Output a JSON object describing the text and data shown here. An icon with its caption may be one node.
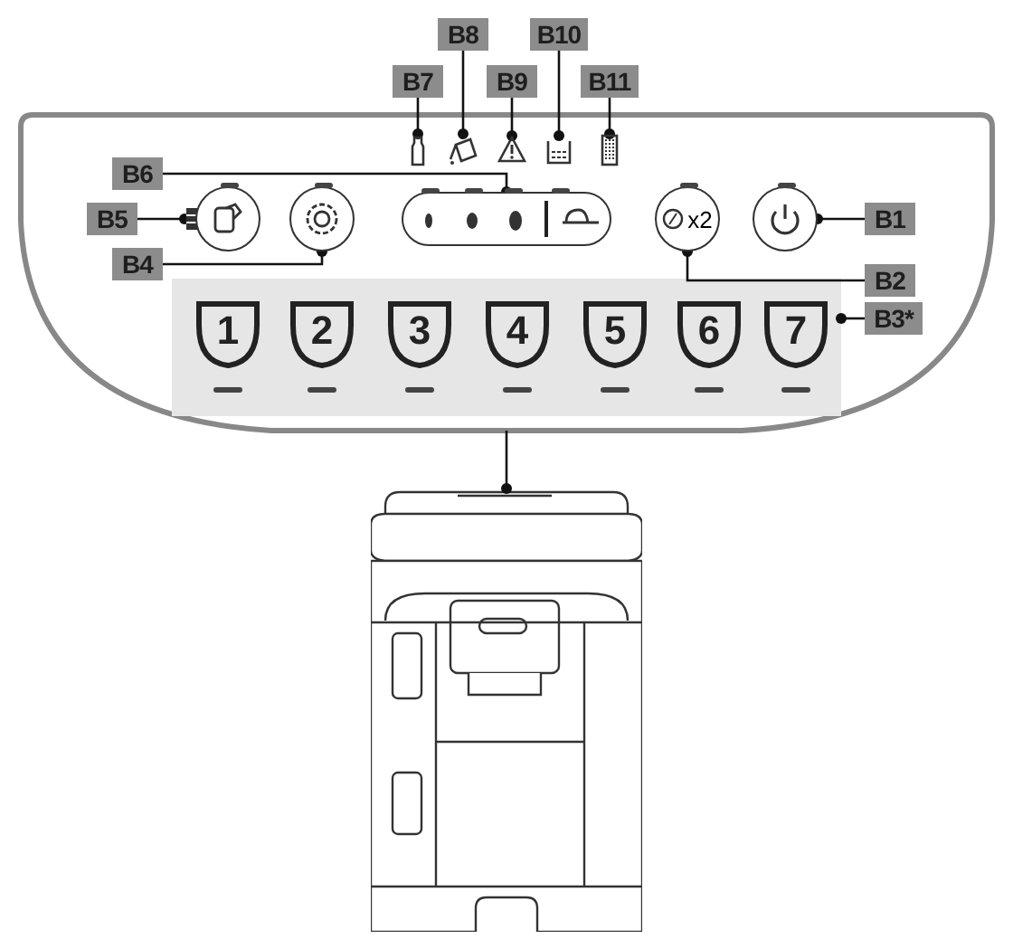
{
  "diagram": {
    "nodes": [
      {
        "text": [],
        "shape": "box"
      },
      {
        "text": [
          "B7"
        ]
      },
      {
        "text": [
          "B8"
        ]
      },
      {
        "text": [
          "B9"
        ]
      },
      {
        "text": [
          "B10"
        ]
      },
      {
        "text": [
          "B11"
        ]
      },
      {
        "text": [],
        "shape": "icon",
        "in": 0
      },
      {
        "text": [],
        "shape": "icon",
        "in": 0
      },
      {
        "text": [],
        "shape": "icon",
        "in": 0
      },
      {
        "text": [],
        "shape": "icon",
        "in": 0
      },
      {
        "text": [],
        "shape": "icon",
        "in": 0
      },
      {
        "text": [
          "B6"
        ],
        "in": 0
      },
      {
        "text": [
          "B5"
        ],
        "in": 0
      },
      {
        "text": [],
        "shape": "box",
        "in": 0
      },
      {
        "text": [],
        "shape": "circle",
        "in": 0
      },
      {
        "text": [],
        "shape": "circle",
        "in": 0
      },
      {
        "text": [],
        "shape": "box",
        "in": 0
      },
      {
        "text": [
          "x2"
        ],
        "in": 0
      },
      {
        "text": [],
        "shape": "circle",
        "in": 0
      },
      {
        "text": [
          "B1"
        ],
        "in": 0
      },
      {
        "text": [
          "B4"
        ],
        "in": 0
      },
      {
        "text": [
          "B2"
        ],
        "in": 0
      },
      {
        "text": [],
        "shape": "box",
        "in": 0
      },
      {
        "text": [
          "1"
        ],
        "in": 22
      },
      {
        "text": [
          "2"
        ],
        "in": 22
      },
      {
        "text": [
          "3"
        ],
        "in": 22
      },
      {
        "text": [
          "4"
        ],
        "in": 22
      },
      {
        "text": [
          "5"
        ],
        "in": 22
      },
      {
        "text": [
          "6"
        ],
        "in": 22
      },
      {
        "text": [
          "7"
        ],
        "in": 22
      },
      {
        "text": [
          "B3*"
        ],
        "in": 0
      },
      {
        "text": [],
        "shape": "picture"
      }
    ],
    "edges": [
      {
        "from": 1,
        "to": 6,
        "arrow": "other"
      },
      {
        "from": 2,
        "to": 7,
        "arrow": "other"
      },
      {
        "from": 3,
        "to": 8,
        "arrow": "other"
      },
      {
        "from": 4,
        "to": 9,
        "arrow": "other"
      },
      {
        "from": 5,
        "to": 10,
        "arrow": "other"
      },
      {
        "from": 11,
        "to": 16,
        "arrow": "other"
      },
      {
        "from": 12,
        "to": 13,
        "arrow": "other"
      },
      {
        "from": 20,
        "to": 15,
        "arrow": "other"
      },
      {
        "from": 19,
        "to": 18,
        "arrow": "other"
      },
      {
        "from": 21,
        "to": 17,
        "arrow": "other"
      },
      {
        "from": 30,
        "to": 22,
        "arrow": "other"
      },
      {
        "from": 0,
        "to": 31,
        "arrow": "other"
      }
    ]
  }
}
